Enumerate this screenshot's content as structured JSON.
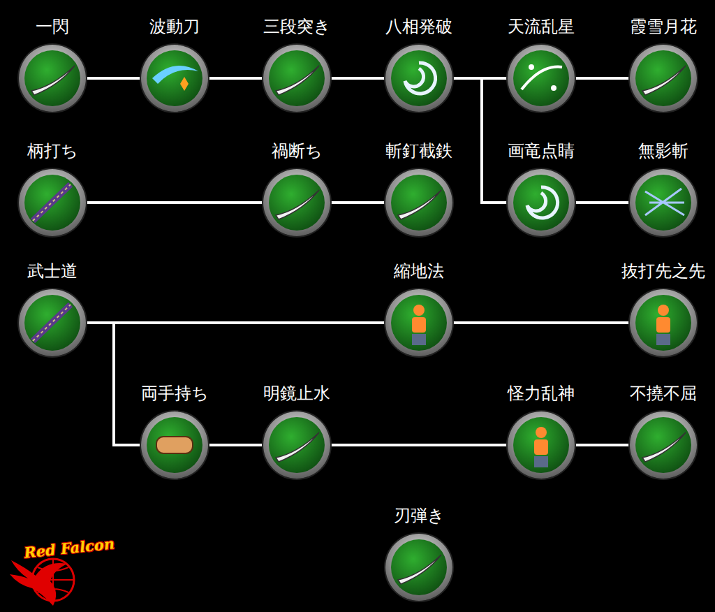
{
  "diagram": {
    "nodes": [
      {
        "text": [
          "一閃"
        ]
      },
      {
        "text": [
          "波動刀"
        ]
      },
      {
        "text": [
          "三段突き"
        ]
      },
      {
        "text": [
          "八相発破"
        ]
      },
      {
        "text": [
          "天流乱星"
        ]
      },
      {
        "text": [
          "霞雪月花"
        ]
      },
      {
        "text": [
          "柄打ち"
        ]
      },
      {
        "text": [
          "禍断ち"
        ]
      },
      {
        "text": [
          "斬釘截鉄"
        ]
      },
      {
        "text": [
          "画竜点睛"
        ]
      },
      {
        "text": [
          "無影斬"
        ]
      },
      {
        "text": [
          "武士道"
        ]
      },
      {
        "text": [
          "縮地法"
        ]
      },
      {
        "text": [
          "抜打先之先"
        ]
      },
      {
        "text": [
          "両手持ち"
        ]
      },
      {
        "text": [
          "明鏡止水"
        ]
      },
      {
        "text": [
          "怪力乱神"
        ]
      },
      {
        "text": [
          "不撓不屈"
        ]
      },
      {
        "text": [
          "刃弾き"
        ]
      }
    ],
    "edges": [
      {
        "from": 0,
        "to": 1,
        "arrow": "none"
      },
      {
        "from": 1,
        "to": 2,
        "arrow": "none"
      },
      {
        "from": 2,
        "to": 3,
        "arrow": "none"
      },
      {
        "from": 3,
        "to": 4,
        "arrow": "none"
      },
      {
        "from": 4,
        "to": 5,
        "arrow": "none"
      },
      {
        "from": 3,
        "to": 9,
        "arrow": "none"
      },
      {
        "from": 9,
        "to": 10,
        "arrow": "none"
      },
      {
        "from": 6,
        "to": 7,
        "arrow": "none"
      },
      {
        "from": 7,
        "to": 8,
        "arrow": "none"
      },
      {
        "from": 11,
        "to": 12,
        "arrow": "none"
      },
      {
        "from": 12,
        "to": 13,
        "arrow": "none"
      },
      {
        "from": 11,
        "to": 14,
        "arrow": "none"
      },
      {
        "from": 14,
        "to": 15,
        "arrow": "none"
      },
      {
        "from": 15,
        "to": 16,
        "arrow": "none"
      },
      {
        "from": 16,
        "to": 17,
        "arrow": "none"
      }
    ],
    "labels": [
      "Red Falcon"
    ]
  }
}
